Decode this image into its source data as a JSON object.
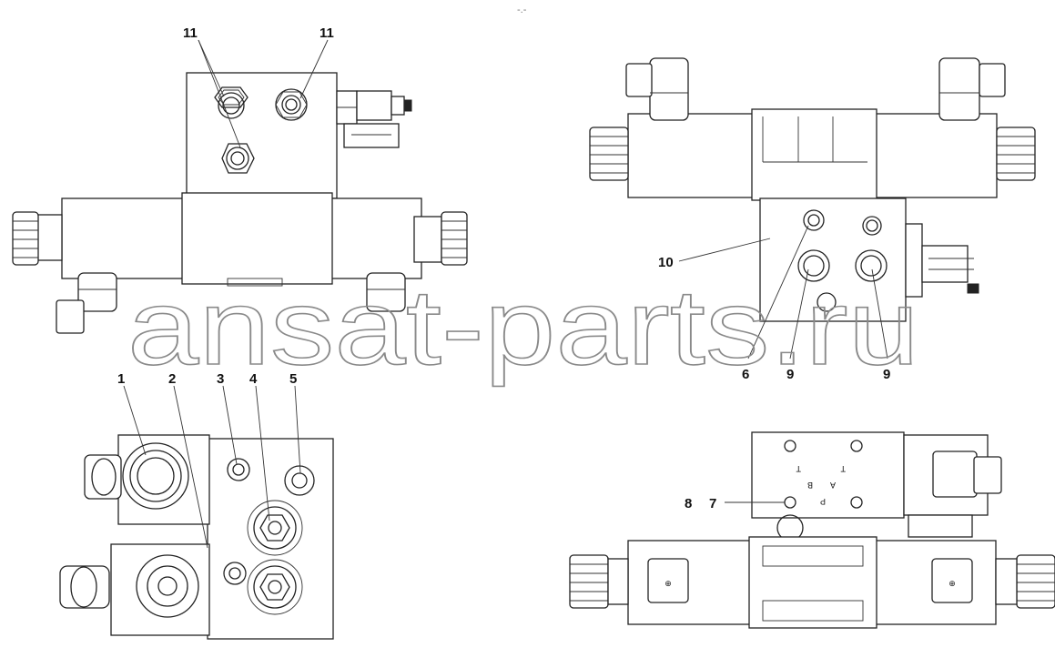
{
  "watermark": "ansat-parts.ru",
  "top_mark": "-.-",
  "callouts": {
    "c11a": "11",
    "c11b": "11",
    "c10": "10",
    "c6": "6",
    "c9a": "9",
    "c9b": "9",
    "c1": "1",
    "c2": "2",
    "c3": "3",
    "c4": "4",
    "c5": "5",
    "c8": "8",
    "c7": "7"
  },
  "port_labels": {
    "t1": "T",
    "t2": "T",
    "a": "A",
    "b": "B",
    "p": "P"
  }
}
